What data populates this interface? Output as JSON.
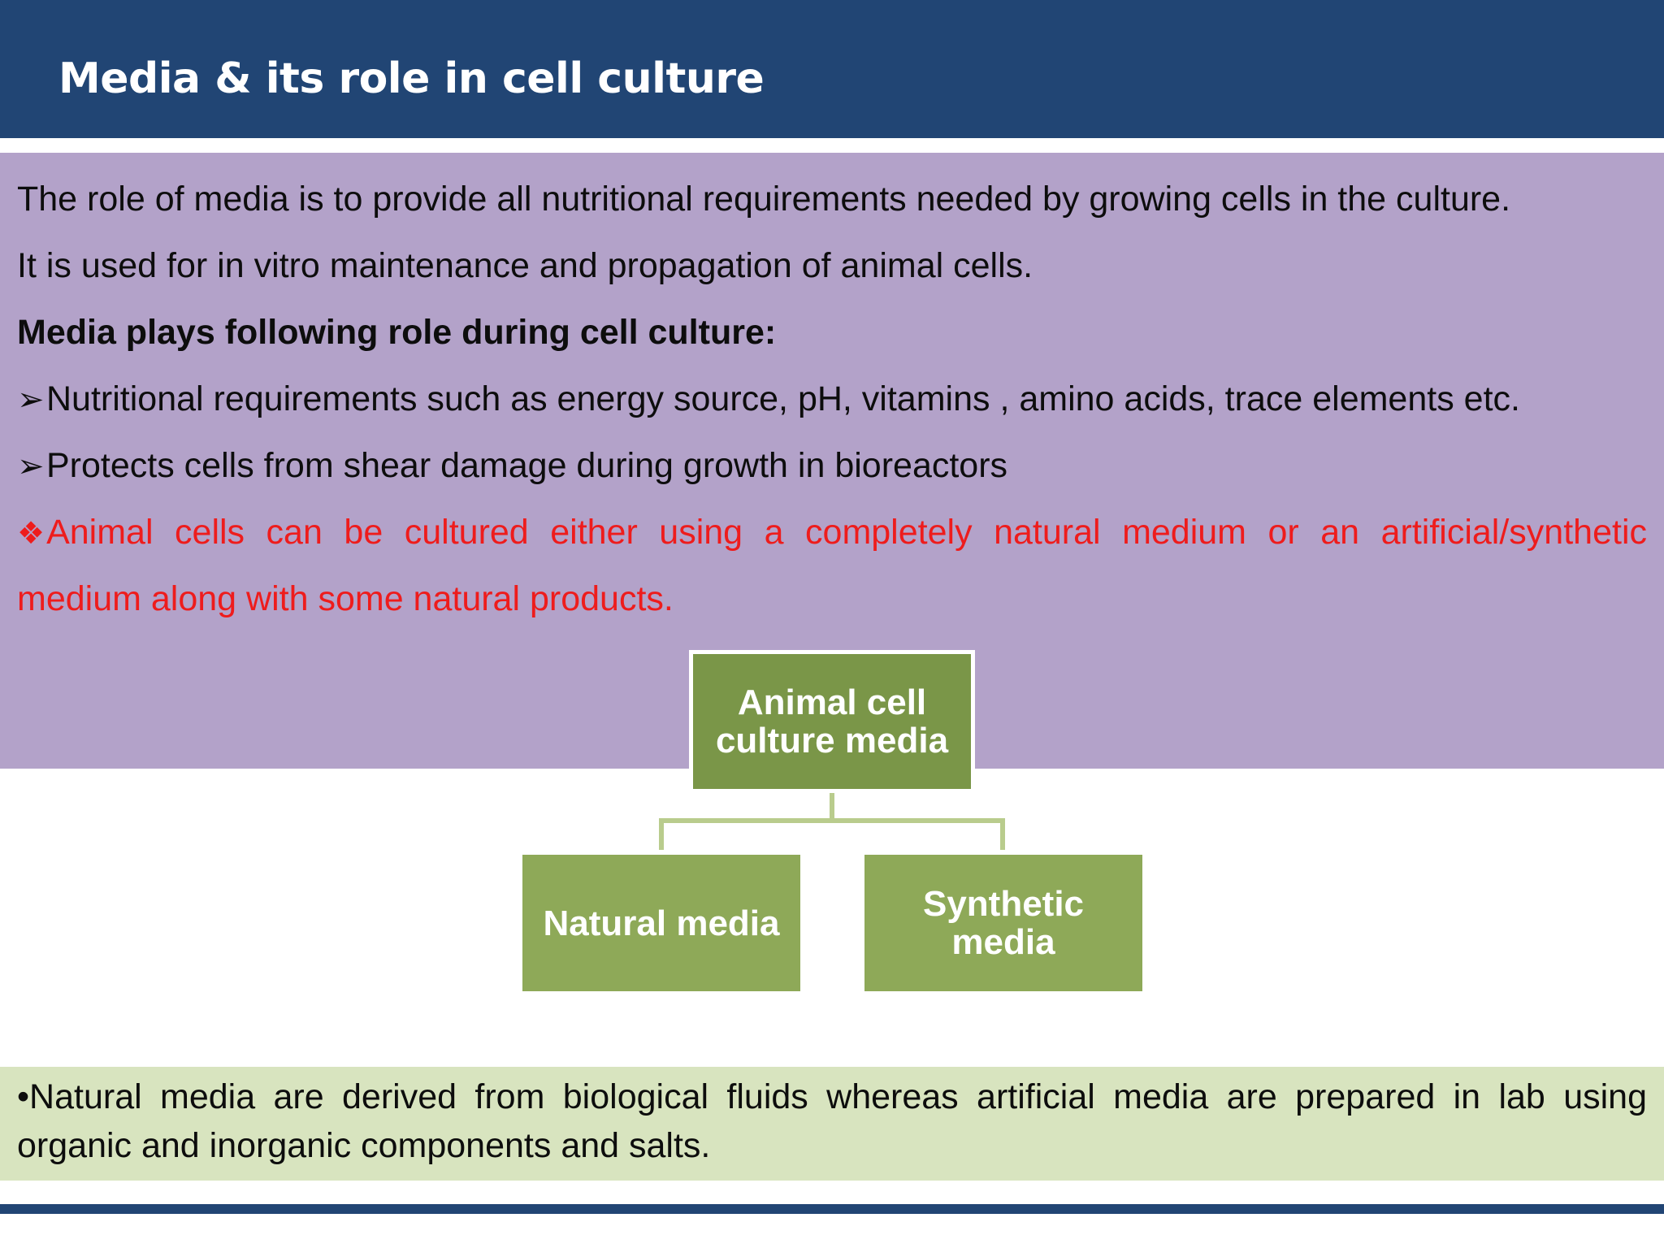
{
  "slide": {
    "title": "Media & its role in cell culture",
    "colors": {
      "header_bg": "#214574",
      "panel_bg": "#b3a2c9",
      "highlight_text": "#ee1c1c",
      "root_node": "#7a9648",
      "child_node": "#8ea958",
      "connector": "#b9cc8d",
      "note_bg": "#d8e4bf"
    }
  },
  "body": {
    "line1": "The role of media is to provide all nutritional requirements needed by growing cells in the culture.",
    "line2": "It is used for in vitro maintenance and propagation of animal cells.",
    "heading": "Media plays following role during cell culture:",
    "arrow_bullet": "➢",
    "bullet1": "Nutritional requirements such as energy source, pH, vitamins , amino acids, trace elements etc.",
    "bullet2": "Protects cells from shear damage during growth in bioreactors",
    "diamond_bullet": "❖",
    "highlight_line1": "Animal cells can be cultured either using a completely natural medium or an artificial/synthetic",
    "highlight_line2": "medium along with some natural products."
  },
  "diagram": {
    "root_line1": "Animal cell",
    "root_line2": "culture media",
    "child_natural": "Natural media",
    "child_synthetic_line1": "Synthetic",
    "child_synthetic_line2": "media"
  },
  "note": {
    "text": "•Natural media are derived from biological fluids whereas artificial media are prepared  in lab  using organic and inorganic components and salts."
  }
}
